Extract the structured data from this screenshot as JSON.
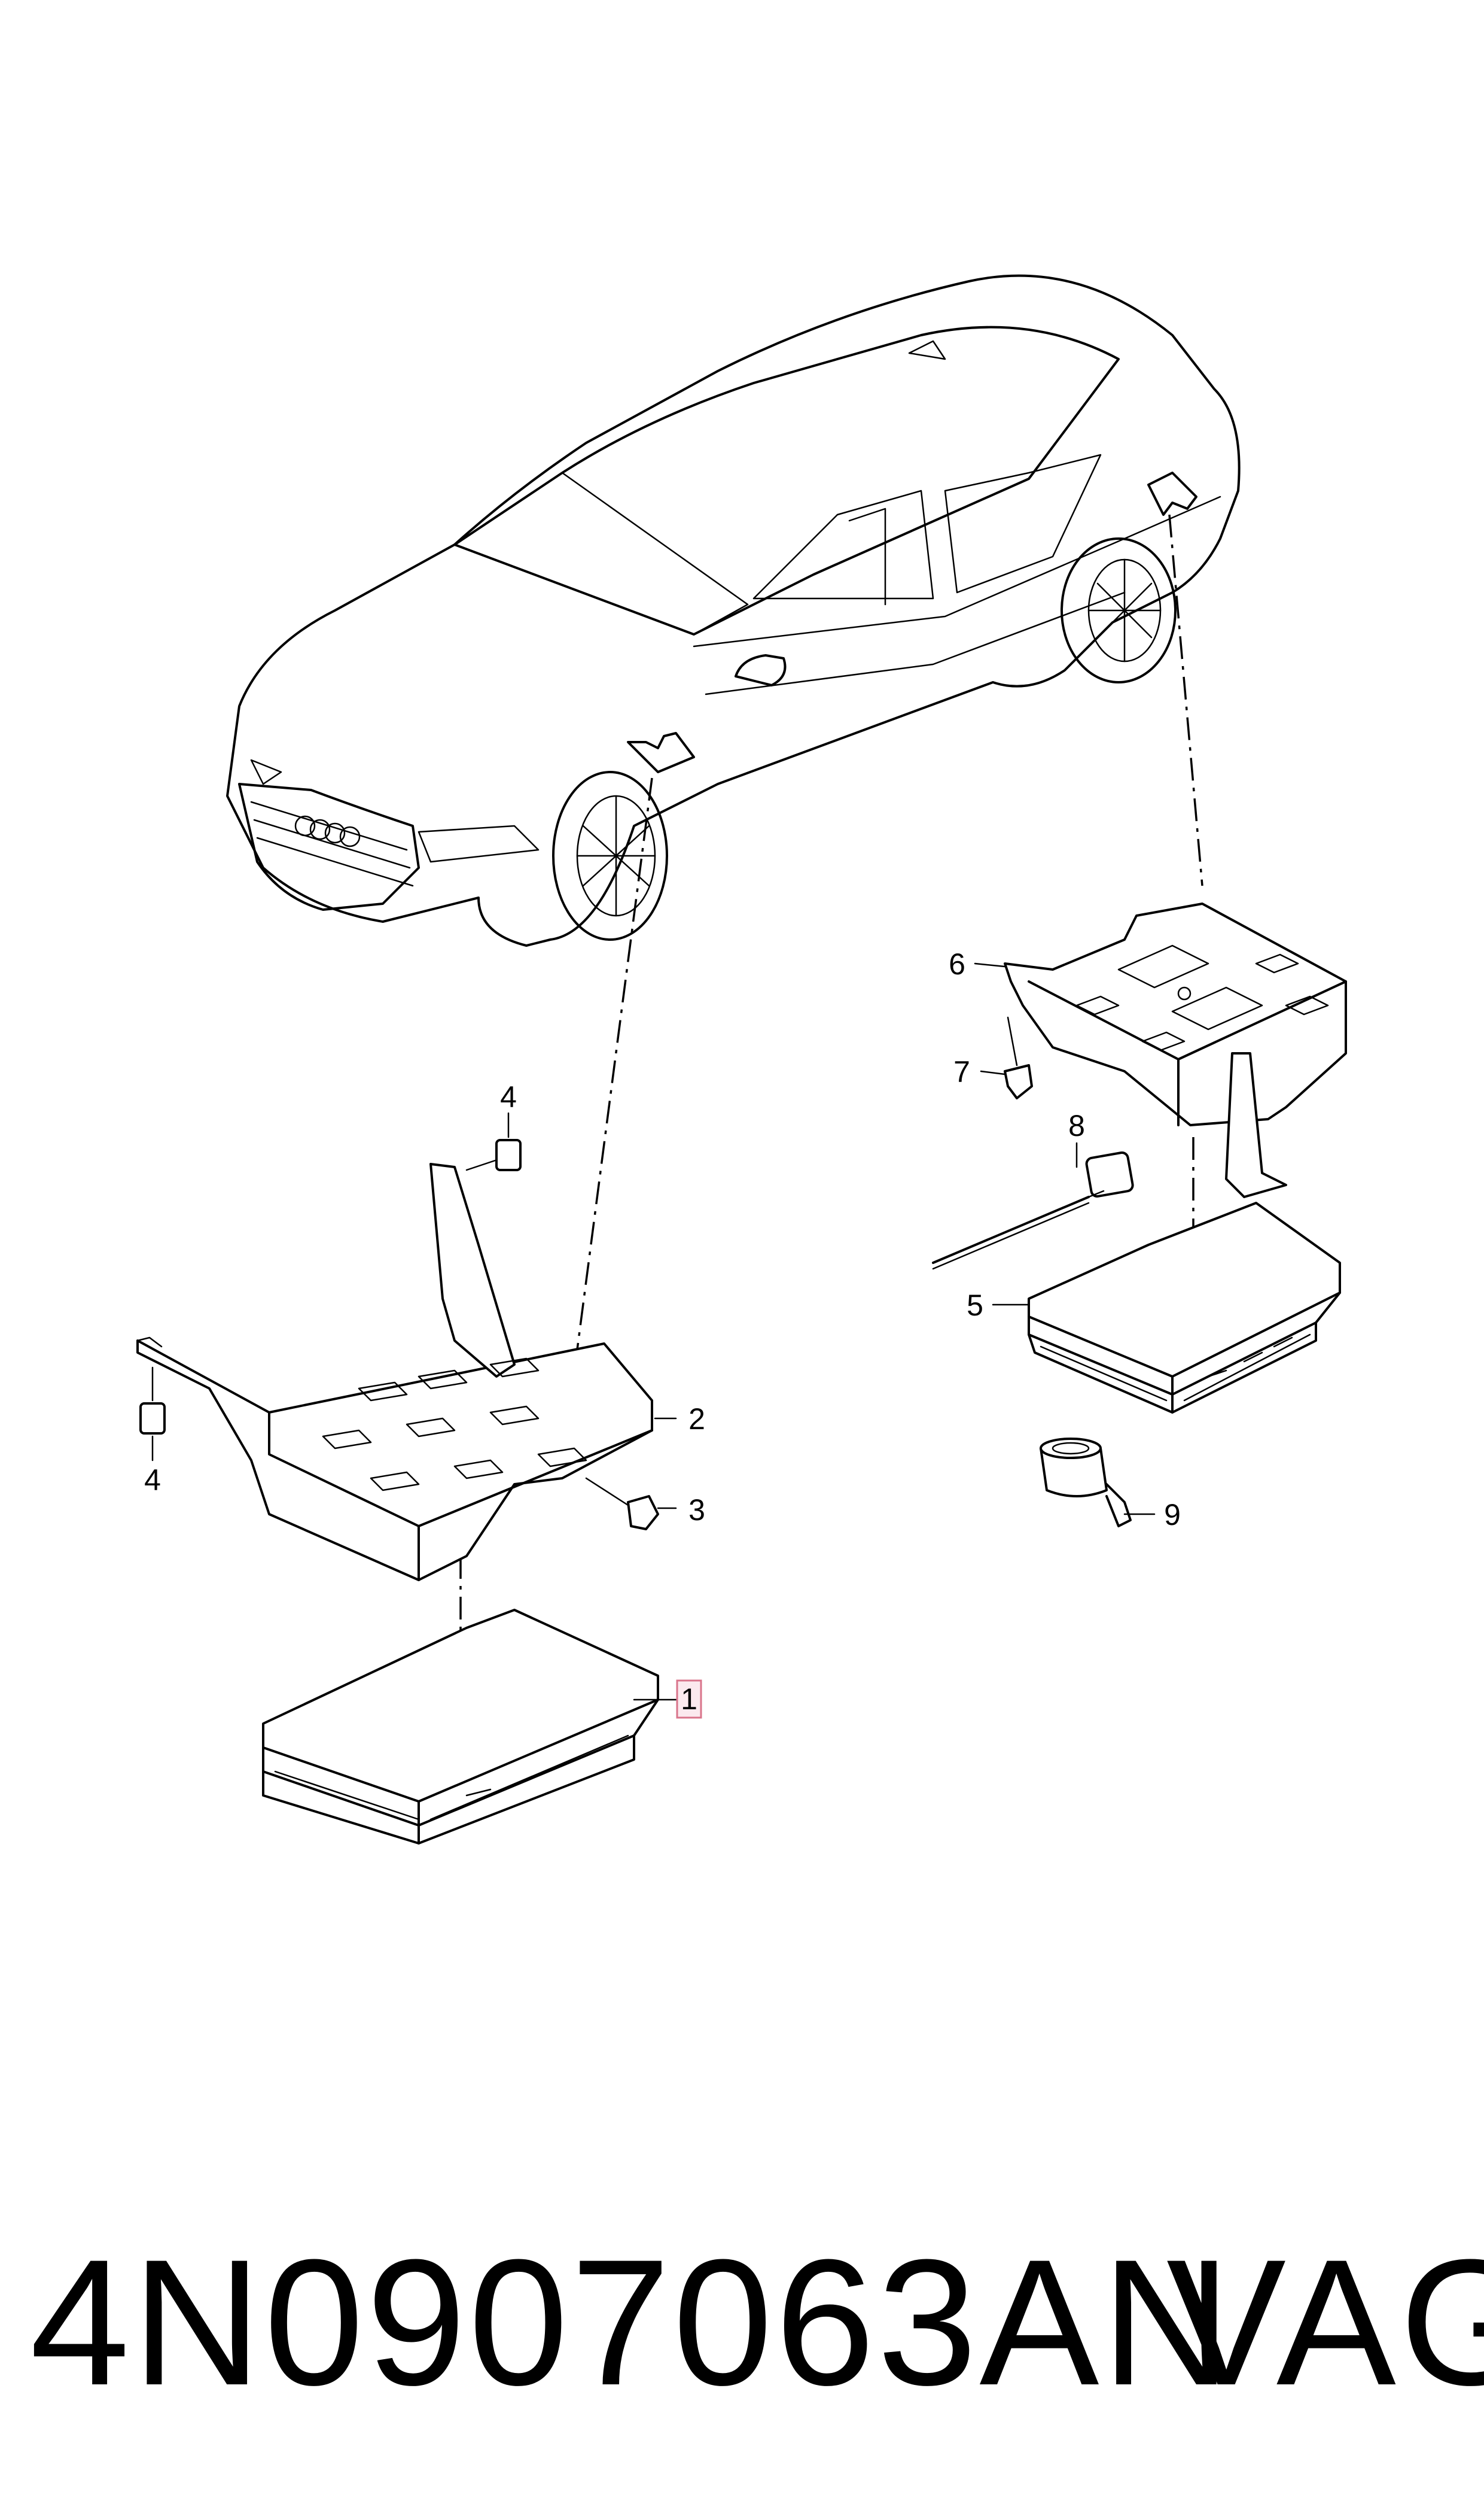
{
  "callouts": [
    {
      "id": "1",
      "highlighted": true
    },
    {
      "id": "2"
    },
    {
      "id": "3"
    },
    {
      "id": "4"
    },
    {
      "id": "4"
    },
    {
      "id": "5"
    },
    {
      "id": "6"
    },
    {
      "id": "7"
    },
    {
      "id": "8"
    },
    {
      "id": "9"
    }
  ],
  "footer": {
    "part_number": "4N0907063AN",
    "brand": "VAG"
  },
  "colors": {
    "line": "#000000",
    "background": "#ffffff",
    "highlight_border": "#d9748b",
    "highlight_fill": "#fbe9ee"
  },
  "icons": [
    "car-illustration",
    "mounting-bracket",
    "control-module",
    "bolt",
    "clip-nut",
    "cable-with-connector",
    "adhesive-tape-roll"
  ]
}
